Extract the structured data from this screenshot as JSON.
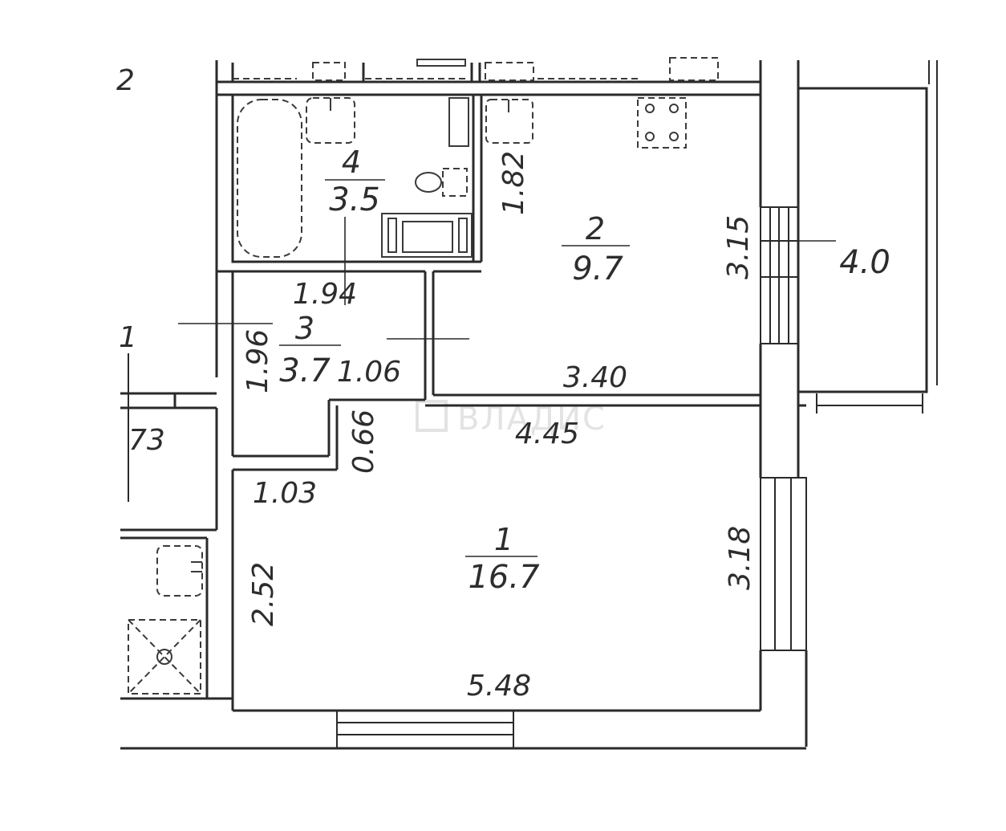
{
  "plan": {
    "watermark": "ВЛАДИС",
    "rooms": [
      {
        "id": "room-1",
        "number": "1",
        "area": "16.7"
      },
      {
        "id": "room-2",
        "number": "2",
        "area": "9.7"
      },
      {
        "id": "room-3",
        "number": "3",
        "area": "3.7"
      },
      {
        "id": "room-4",
        "number": "4",
        "area": "3.5"
      }
    ],
    "balcony_area": "4.0",
    "dimensions": {
      "d_182": "1.82",
      "d_194": "1.94",
      "d_196": "1.96",
      "d_106": "1.06",
      "d_340": "3.40",
      "d_315": "3.15",
      "d_445": "4.45",
      "d_066": "0.66",
      "d_103": "1.03",
      "d_252": "2.52",
      "d_318": "3.18",
      "d_548": "5.48"
    },
    "neighbor_fragments": {
      "top_left": "2",
      "mid_left": "1",
      "left_dim": "73"
    }
  }
}
